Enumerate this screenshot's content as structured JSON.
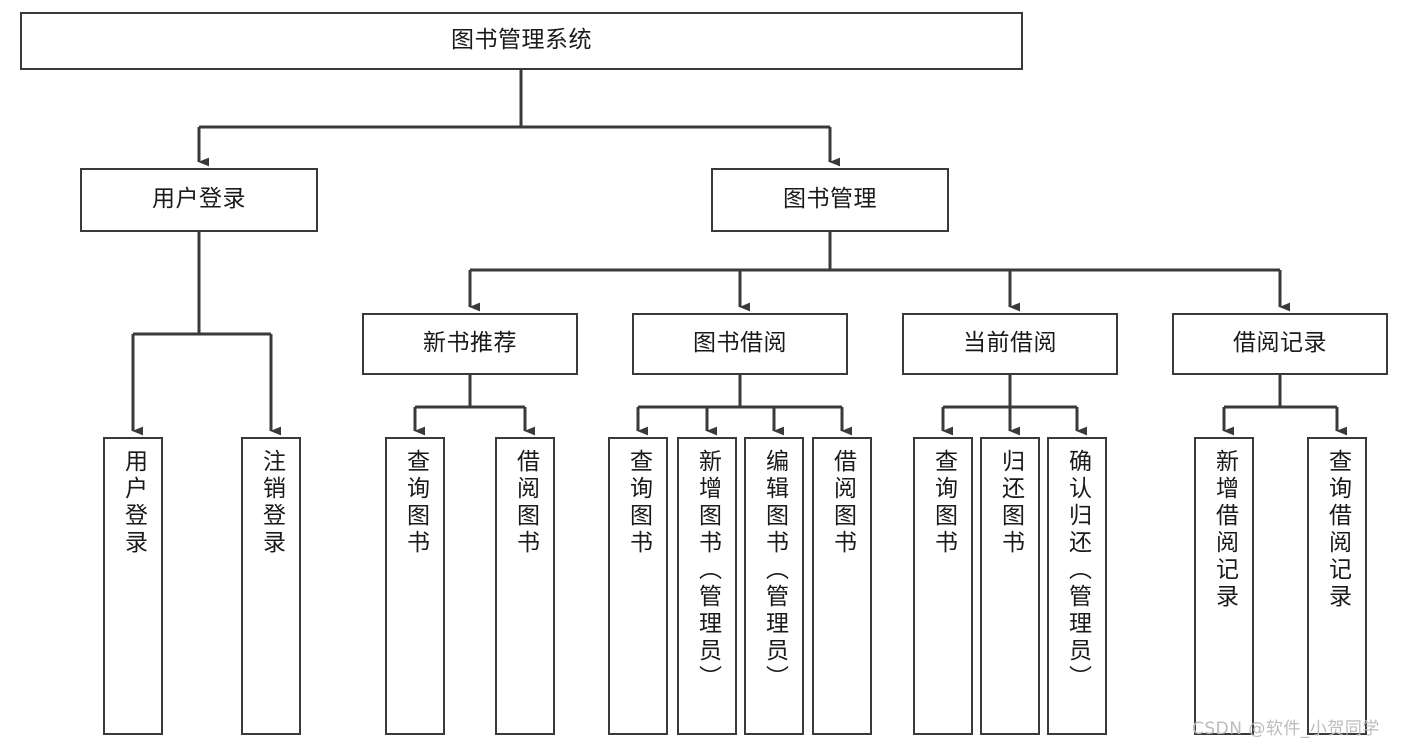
{
  "diagram": {
    "type": "tree",
    "title": "图书管理系统",
    "orientation": "top-down",
    "colors": {
      "node_border": "#3a3a3a",
      "node_fill": "#ffffff",
      "edge": "#3a3a3a",
      "text": "#1a1a1a",
      "watermark": "#b9bcc0",
      "background": "#ffffff"
    },
    "root": {
      "label": "图书管理系统"
    },
    "level2": [
      {
        "label": "用户登录"
      },
      {
        "label": "图书管理"
      }
    ],
    "level3": [
      {
        "label": "新书推荐"
      },
      {
        "label": "图书借阅"
      },
      {
        "label": "当前借阅"
      },
      {
        "label": "借阅记录"
      }
    ],
    "leaves": {
      "user_login": [
        {
          "label": "用户登录"
        },
        {
          "label": "注销登录"
        }
      ],
      "new_book_recommend": [
        {
          "label": "查询图书"
        },
        {
          "label": "借阅图书"
        }
      ],
      "book_borrow": [
        {
          "label": "查询图书"
        },
        {
          "label": "新增图书（管理员）"
        },
        {
          "label": "编辑图书（管理员）"
        },
        {
          "label": "借阅图书"
        }
      ],
      "current_borrow": [
        {
          "label": "查询图书"
        },
        {
          "label": "归还图书"
        },
        {
          "label": "确认归还（管理员）"
        }
      ],
      "borrow_record": [
        {
          "label": "新增借阅记录"
        },
        {
          "label": "查询借阅记录"
        }
      ]
    }
  },
  "watermark": {
    "text": "CSDN @软件_小贺同学"
  }
}
